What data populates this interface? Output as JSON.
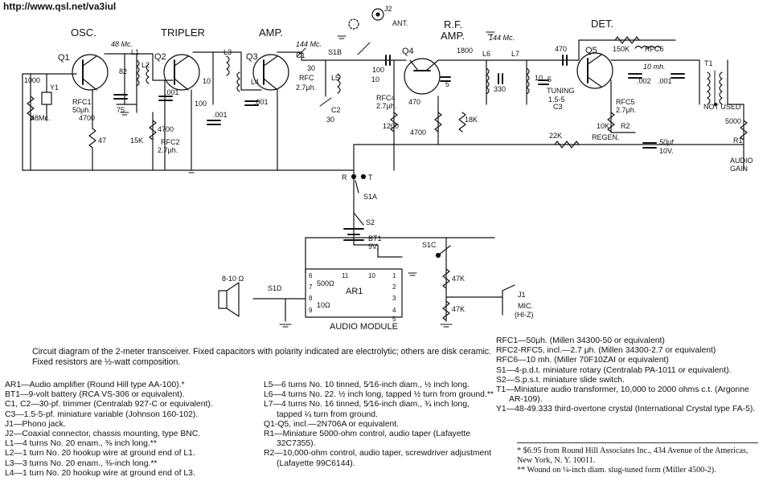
{
  "header": {
    "url": "http://www.qsl.net/va3iul"
  },
  "schematic": {
    "stages": {
      "osc": "OSC.",
      "tripler": "TRIPLER",
      "amp": "AMP.",
      "rf_amp_1": "R.F.",
      "rf_amp_2": "AMP.",
      "det": "DET."
    },
    "labels": {
      "q1": "Q1",
      "q2": "Q2",
      "q3": "Q3",
      "q4": "Q4",
      "q5": "Q5",
      "l1": "L1",
      "l2": "L2",
      "l3": "L3",
      "l4": "L4",
      "l5": "L5",
      "l6": "L6",
      "l7": "L7",
      "c1": "C1",
      "c2": "C2",
      "c3": "C3",
      "mc48": "48 Mc.",
      "mc144a": "144 Mc.",
      "mc144b": "144 Mc.",
      "mc48y": "48Mc.",
      "y1": "Y1",
      "j1": "J1",
      "j2": "J2",
      "ant": "ANT.",
      "t1": "T1",
      "r1": "R1",
      "r2": "R2",
      "s1a": "S1A",
      "s1b": "S1B",
      "s1c": "S1C",
      "s1d": "S1D",
      "s2": "S2",
      "bt1": "BT1",
      "bt1v": "9V.",
      "r": "R",
      "t": "T",
      "v1000": "1000",
      "v4700a": "4700",
      "v47": "47",
      "v82": "82",
      "v75": "75",
      "rfc1a": "RFC1",
      "rfc1b": "50μh.",
      "v001a": ".001",
      "v100a": "100",
      "v4700b": "4700",
      "v15k": "15K",
      "v10a": "10",
      "v001b": ".001",
      "rfc2a": "RFC2",
      "rfc2b": "2.7μh.",
      "v001c": ".001",
      "v30a": "30",
      "rfca": "RFC",
      "rfcb": "2.7μh.",
      "v30b": "30",
      "v100b": "100",
      "v10b": "10",
      "rfc4a": "RFC4",
      "rfc4b": "2.7μh.",
      "v1200": "1200",
      "v470a": "470",
      "v4700c": "4700",
      "v18k": "18K",
      "v1800": "1800",
      "v5a": "5",
      "v330": "330",
      "v470b": "470",
      "v10c": "10",
      "v5b": "5",
      "tuning": "TUNING",
      "tuning_range": "1.5-5",
      "v150k": "150K",
      "rfc6a": "RFC6",
      "rfc6b": "10 mh.",
      "v002": ".002",
      "v001d": ".001",
      "rfc5a": "RFC5",
      "rfc5b": "2.7μh.",
      "v10k": "10K",
      "regen": "REGEN.",
      "v22k": "22K",
      "v50uf": "50μf",
      "v10v": "10V.",
      "not_used": "NOT USED",
      "v5000": "5000",
      "audio1": "AUDIO",
      "audio2": "GAIN",
      "spk": "8-10 Ω",
      "ar1": "AR1",
      "module": "AUDIO MODULE",
      "o500": "500Ω",
      "o10": "10Ω",
      "v47ka": "47K",
      "v47kb": "47K",
      "mic1": "MIC.",
      "mic2": "(HI-Z)",
      "p1": "1",
      "p2": "2",
      "p3": "3",
      "p4": "4",
      "p5": "5",
      "p6": "6",
      "p7": "7",
      "p8": "8",
      "p9": "9",
      "p10": "10",
      "p11": "11"
    }
  },
  "caption": "Circuit diagram of the 2-meter transceiver. Fixed capacitors with polarity indicated are electrolytic; others are disk ceramic. Fixed resistors are ½-watt composition.",
  "parts": {
    "col1": [
      "AR1—Audio amplifier (Round Hill type AA-100).*",
      "BT1—9-volt battery (RCA VS-306 or equivalent).",
      "C1, C2—30-pf. trimmer (Centralab 927-C or equivalent).",
      "C3—1.5-5-pf. miniature variable (Johnson 160-102).",
      "J1—Phono jack.",
      "J2—Coaxial connector, chassis mounting, type BNC.",
      "L1—4 turns No. 20 enam., ⅜ inch long.**",
      "L2—1 turn No. 20 hookup wire at ground end of L1.",
      "L3—3 turns No. 20 enam., ⅜-inch long.**",
      "L4—1 turn No. 20 hookup wire at ground end of L3."
    ],
    "col2": [
      "L5—6 turns No. 10 tinned, 5⁄16-inch diam., ½ inch long.",
      "L6—4 turns No. 22. ½ inch long, tapped ½ turn from ground.**",
      "L7—4 turns No. 16 tinned, 5⁄16-inch diam., ¾ inch long, tapped ¼ turn from ground.",
      "Q1-Q5, incl.—2N706A or equivalent.",
      "R1—Miniature 5000-ohm control, audio taper (Lafayette 32C7355).",
      "R2—10,000-ohm control, audio taper, screwdriver adjustment (Lafayette 99C6144)."
    ],
    "col3": [
      "RFC1—50μh. (Millen 34300-50 or equivalent)",
      "RFC2-RFC5, incl.—2.7 μh. (Millen 34300-2.7 or equivalent)",
      "RFC6—10 mh. (Miller 70F10ZAI or equivalent)",
      "S1—4-p.d.t. miniature rotary (Centralab PA-1011 or equivalent).",
      "S2—S.p.s.t. miniature slide switch.",
      "T1—Miniature audio transformer, 10,000 to 2000 ohms c.t. (Argonne AR-109).",
      "Y1—48-49.333 third-overtone crystal (International Crystal type FA-5)."
    ]
  },
  "notes": {
    "n1": "* $6.95 from Round Hill Associates Inc., 434 Avenue of the Americas, New York, N. Y. 10011.",
    "n2": "** Wound on ¼-inch diam. slug-tuned form (Miller 4500-2)."
  }
}
